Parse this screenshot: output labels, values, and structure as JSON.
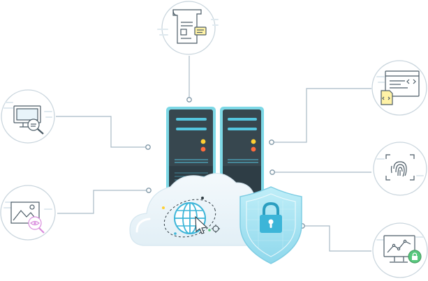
{
  "colors": {
    "line": "#9fb1bd",
    "circle_stroke": "#c7d3dc",
    "server_body": "#37474f",
    "server_rim": "#7dd8e6",
    "accent": "#55c6df",
    "cloud": "#eaf4fa",
    "shield": "#a8e3f1",
    "led_yellow": "#ffd033",
    "led_red": "#ff6b3d",
    "doc_yellow": "#fff2a6",
    "globe": "#3cb5d8",
    "lock_green": "#56c87c",
    "magnifier": "#d98cdd"
  },
  "nodes": [
    {
      "key": "document",
      "icon": "document-icon"
    },
    {
      "key": "monitor-search",
      "icon": "monitor-search-icon"
    },
    {
      "key": "image-search",
      "icon": "image-search-icon"
    },
    {
      "key": "code-window",
      "icon": "code-window-icon"
    },
    {
      "key": "fingerprint",
      "icon": "fingerprint-icon"
    },
    {
      "key": "analytics-monitor",
      "icon": "analytics-monitor-icon"
    }
  ],
  "center": {
    "servers": [
      "server-left",
      "server-right"
    ],
    "cloud": "cloud-icon",
    "globe": "globe-icon",
    "shield": "shield-lock-icon"
  }
}
